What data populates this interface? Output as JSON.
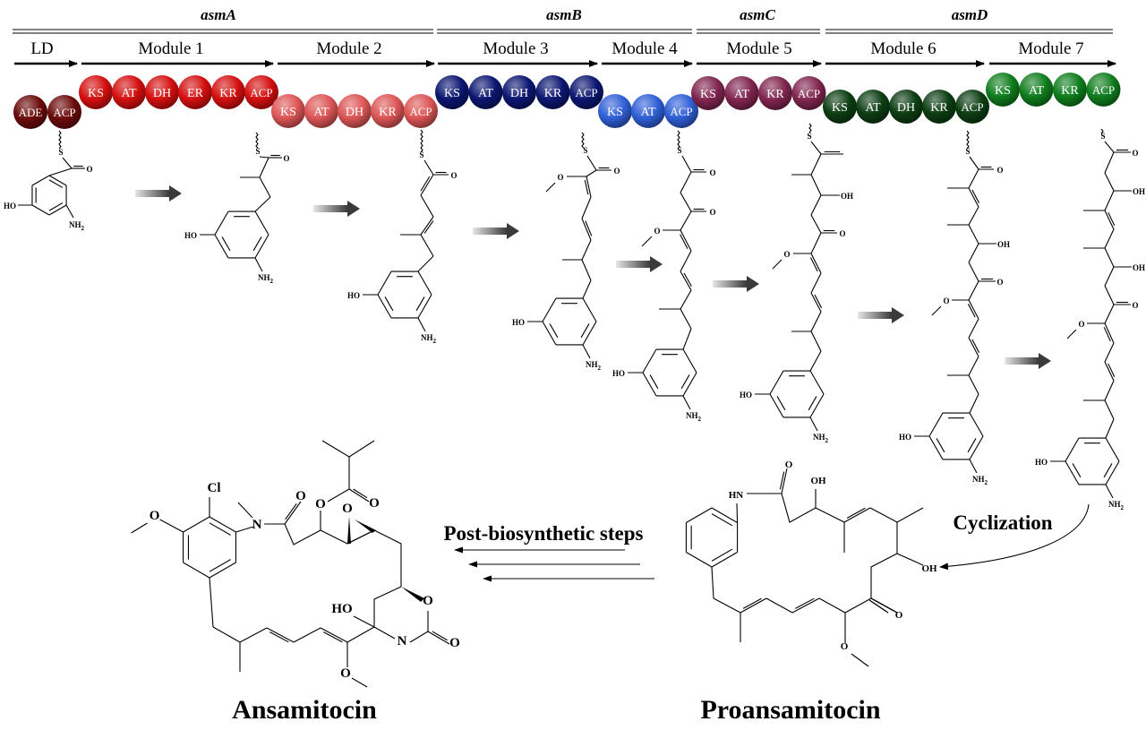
{
  "genes": [
    {
      "label": "asmA",
      "modules": [
        "LD",
        "Module 1",
        "Module 2"
      ]
    },
    {
      "label": "asmB",
      "modules": [
        "Module 3",
        "Module 4"
      ]
    },
    {
      "label": "asmC",
      "modules": [
        "Module 5"
      ]
    },
    {
      "label": "asmD",
      "modules": [
        "Module 6",
        "Module 7"
      ]
    }
  ],
  "modules": [
    {
      "label": "LD",
      "color": "#6b0a0a",
      "domains": [
        "ADE",
        "ACP"
      ]
    },
    {
      "label": "Module 1",
      "color": "#d40f0f",
      "domains": [
        "KS",
        "AT",
        "DH",
        "ER",
        "KR",
        "ACP"
      ]
    },
    {
      "label": "Module 2",
      "color": "#dc5555",
      "domains": [
        "KS",
        "AT",
        "DH",
        "KR",
        "ACP"
      ]
    },
    {
      "label": "Module 3",
      "color": "#0b1670",
      "domains": [
        "KS",
        "AT",
        "DH",
        "KR",
        "ACP"
      ]
    },
    {
      "label": "Module 4",
      "color": "#2f5fd6",
      "domains": [
        "KS",
        "AT",
        "ACP"
      ]
    },
    {
      "label": "Module 5",
      "color": "#80254f",
      "domains": [
        "KS",
        "AT",
        "KR",
        "ACP"
      ]
    },
    {
      "label": "Module 6",
      "color": "#0c3d12",
      "domains": [
        "KS",
        "AT",
        "DH",
        "KR",
        "ACP"
      ]
    },
    {
      "label": "Module 7",
      "color": "#0f7d1d",
      "domains": [
        "KS",
        "AT",
        "KR",
        "ACP"
      ]
    }
  ],
  "atoms": {
    "S": "S",
    "O": "O",
    "OH": "OH",
    "HO": "HO",
    "NH2": "NH",
    "NH2_sub": "2",
    "N": "N",
    "HN": "HN",
    "Cl": "Cl"
  },
  "steps": {
    "cyclization": "Cyclization",
    "post": "Post-biosynthetic steps"
  },
  "compounds": {
    "final": "Ansamitocin",
    "intermediate": "Proansamitocin"
  }
}
